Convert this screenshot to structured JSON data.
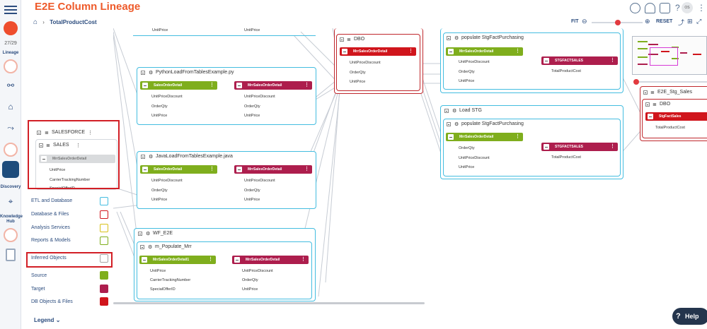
{
  "app": {
    "title": "E2E Column Lineage"
  },
  "breadcrumb": {
    "current": "TotalProductCost"
  },
  "rail": {
    "counter": "27/29",
    "lineage": "Lineage",
    "discovery": "Discovery",
    "knowledge": "Knowledge Hub"
  },
  "toolbar": {
    "fit": "FIT",
    "reset": "RESET",
    "avatar": "OS"
  },
  "top_fields": {
    "left": "UnitPrice",
    "right": "UnitPrice"
  },
  "python_job": {
    "name": "PythonLoadFromTablesExample.py",
    "source": "SalesOrderDetail",
    "target": "MrrSalesOrderDetail",
    "source_fields": [
      "UnitPriceDiscount",
      "OrderQty",
      "UnitPrice"
    ],
    "target_fields": [
      "UnitPriceDiscount",
      "OrderQty",
      "UnitPrice"
    ]
  },
  "java_job": {
    "name": "JavaLoadFromTablesExample.java",
    "source": "SalesOrderDetail",
    "target": "MrrSalesOrderDetail",
    "source_fields": [
      "UnitPriceDiscount",
      "OrderQty",
      "UnitPrice"
    ],
    "target_fields": [
      "UnitPriceDiscount",
      "OrderQty",
      "UnitPrice"
    ]
  },
  "wf": {
    "name": "WF_E2E",
    "mapping": "m_Populate_Mrr",
    "source": "MrrSalesOrderDetail1",
    "target": "MrrSalesOrderDetail",
    "source_fields": [
      "UnitPrice",
      "CarrierTrackingNumber",
      "SpecialOfferID"
    ],
    "target_fields": [
      "UnitPriceDiscount",
      "OrderQty",
      "UnitPrice"
    ]
  },
  "dbo": {
    "name": "DBO",
    "table": "MrrSalesOrderDetail",
    "fields": [
      "UnitPriceDiscount",
      "OrderQty",
      "UnitPrice"
    ]
  },
  "pop1": {
    "name": "populate StgFactPurchasing",
    "source": "MrrSalesOrderDetail",
    "target": "STGFACTSALES",
    "source_fields": [
      "UnitPriceDiscount",
      "OrderQty",
      "UnitPrice"
    ],
    "target_fields": [
      "TotalProductCost"
    ]
  },
  "loadstg": {
    "name": "Load STG",
    "inner": "populate StgFactPurchasing",
    "source": "MrrSalesOrderDetail",
    "target": "STGFACTSALES",
    "source_fields": [
      "OrderQty",
      "UnitPriceDiscount",
      "UnitPrice"
    ],
    "target_fields": [
      "TotalProductCost"
    ]
  },
  "e2e": {
    "name": "E2E_Stg_Sales",
    "schema": "DBO",
    "table": "StgFactSales",
    "field": "TotalProductCost"
  },
  "salesforce": {
    "name": "SALESFORCE",
    "schema": "SALES",
    "table": "MrrSalesOrderDetail",
    "fields": [
      "UnitPrice",
      "CarrierTrackingNumber",
      "SpecialOfferID"
    ]
  },
  "legend": {
    "items": [
      "ETL and Database",
      "Database & Files",
      "Analysis Services",
      "Reports & Models",
      "Inferred Objects",
      "Source",
      "Target",
      "DB Objects & Files"
    ],
    "button": "Legend",
    "colors": {
      "source": "#7fae1d",
      "target": "#ad1e4d",
      "dbobj": "#d0151c"
    }
  },
  "help": "Help"
}
